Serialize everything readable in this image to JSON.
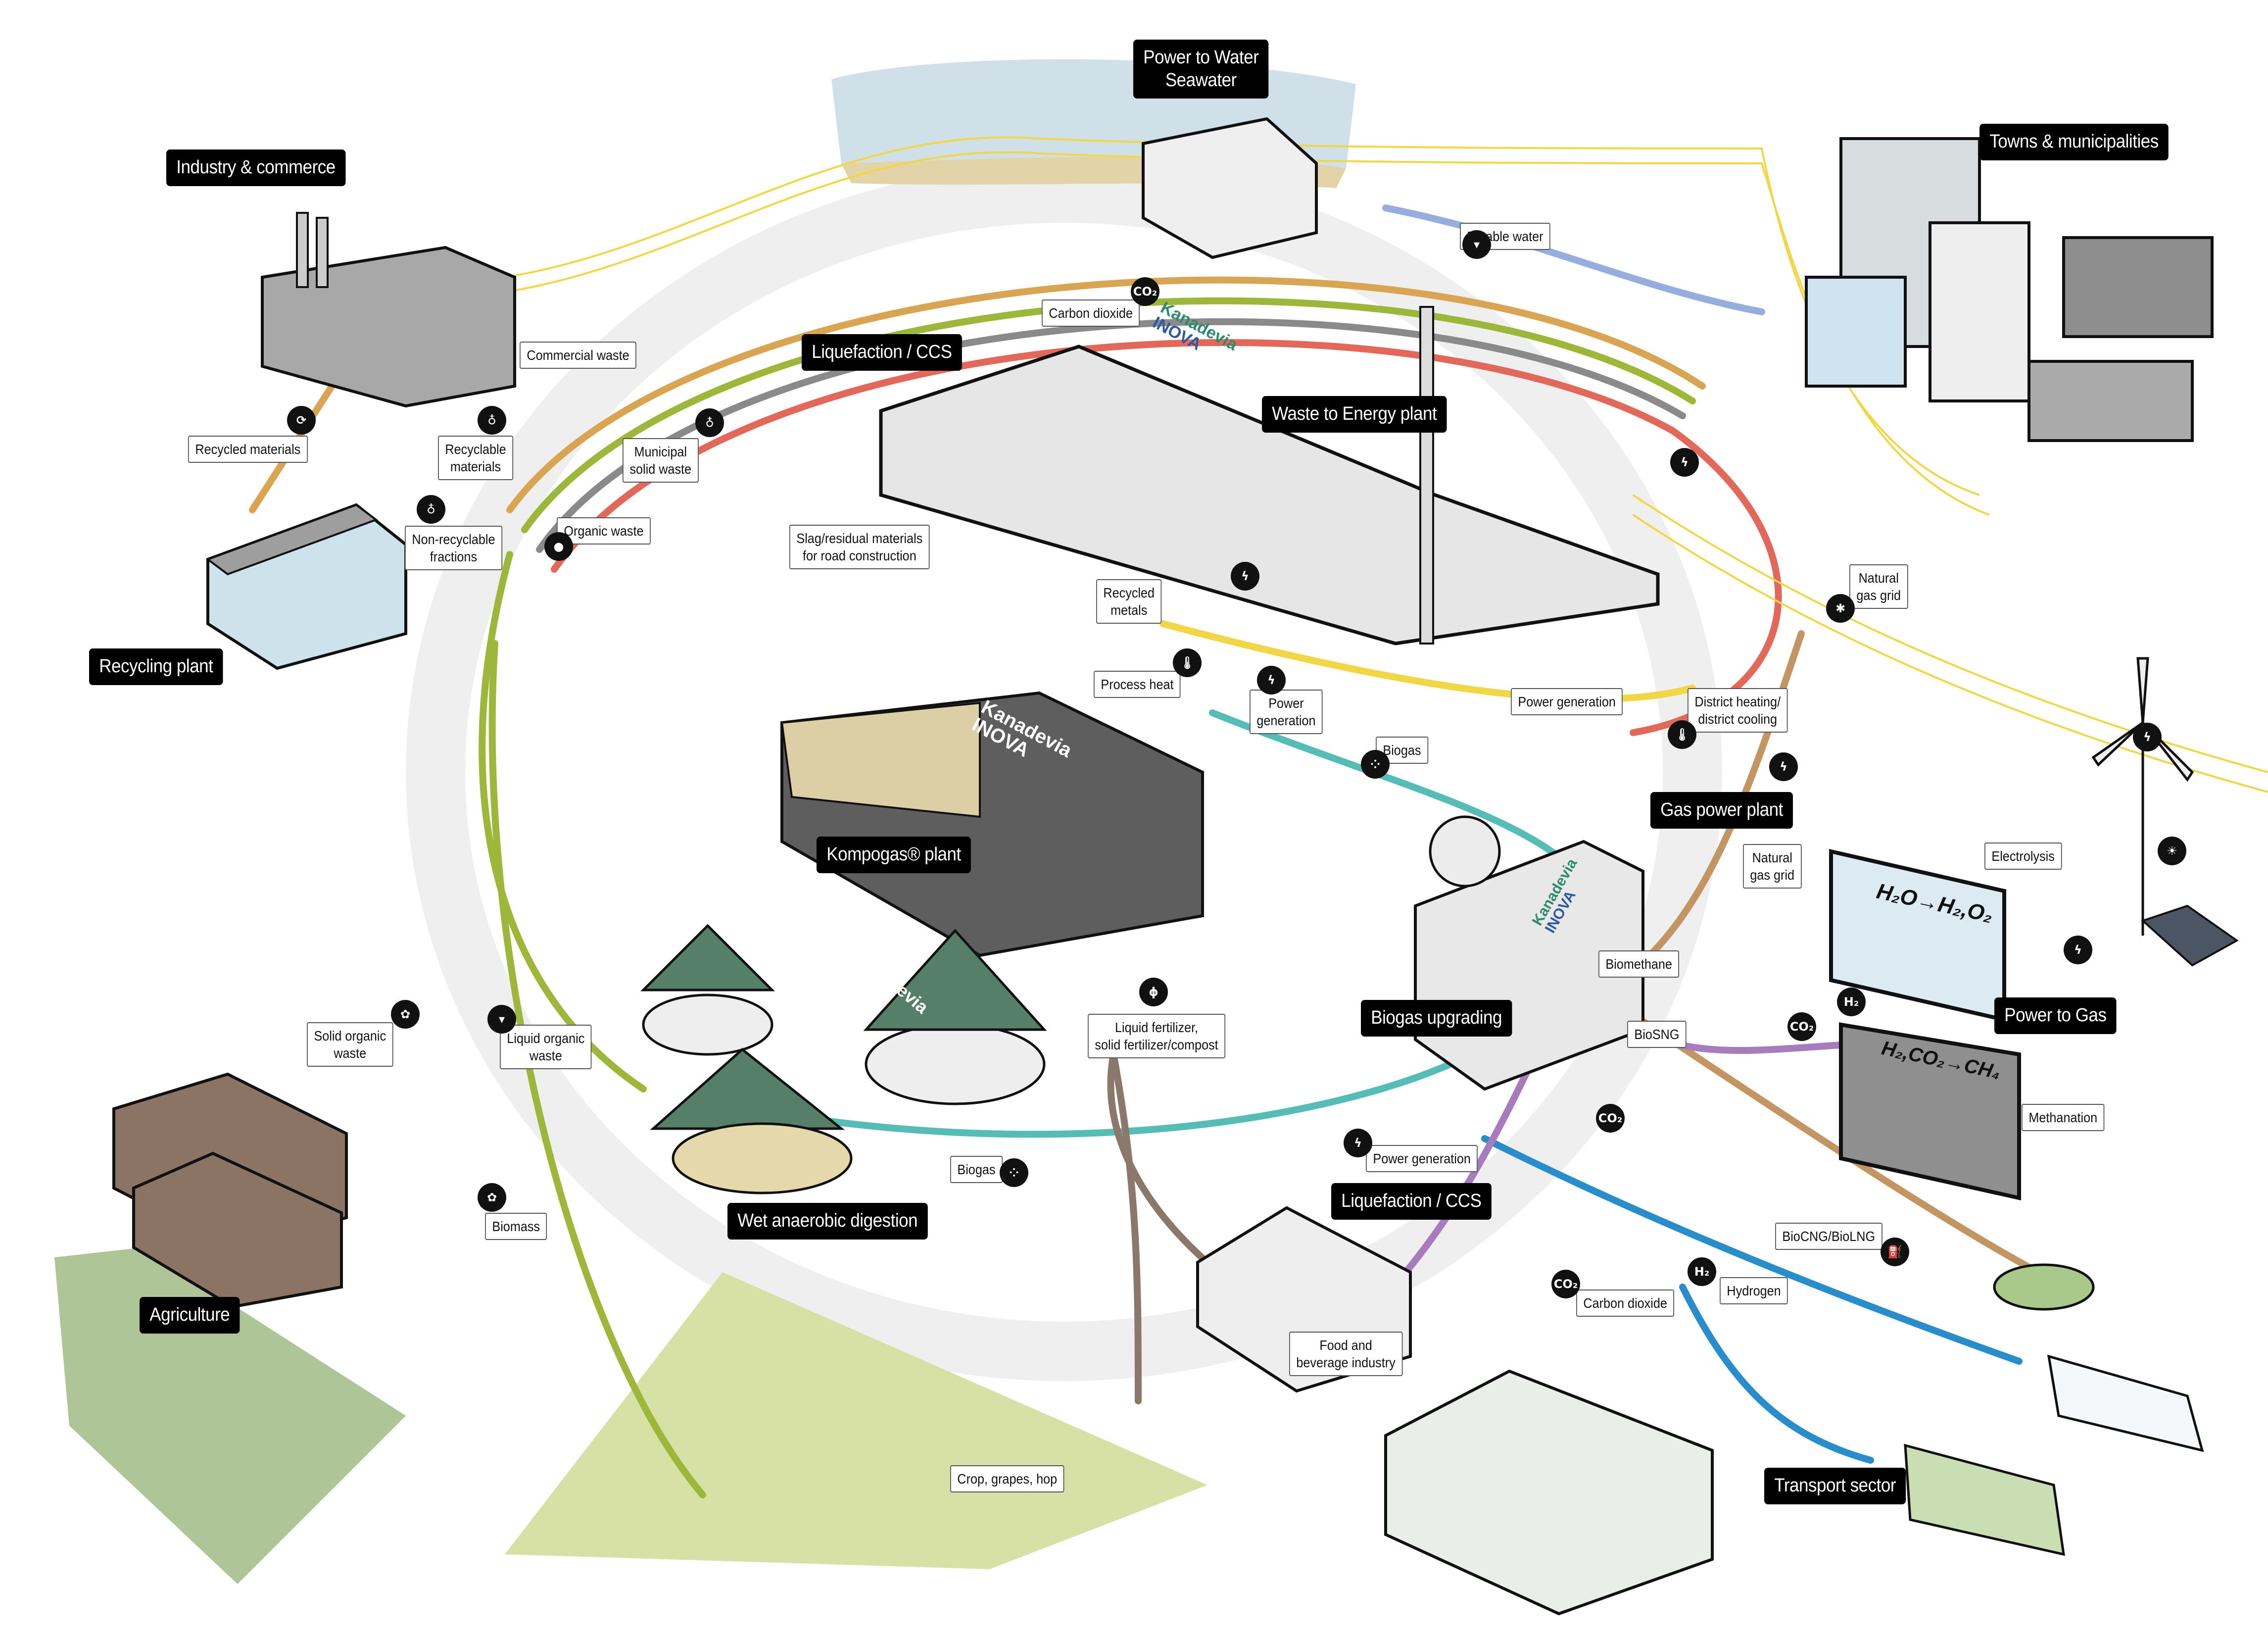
{
  "title_blocks": {
    "industry": "Industry & commerce",
    "power_to_water": "Power to Water\nSeawater",
    "towns": "Towns & municipalities",
    "liquefaction_top": "Liquefaction / CCS",
    "waste_to_energy": "Waste to Energy plant",
    "recycling_plant": "Recycling plant",
    "kompogas": "Kompogas® plant",
    "gas_power_plant": "Gas power plant",
    "biogas_upgrading": "Biogas upgrading",
    "power_to_gas": "Power to Gas",
    "wet_ad": "Wet anaerobic digestion",
    "liquefaction_bottom": "Liquefaction / CCS",
    "agriculture": "Agriculture",
    "transport": "Transport sector"
  },
  "labels": {
    "commercial_waste": "Commercial waste",
    "recycled_materials": "Recycled materials",
    "recyclable_materials": "Recyclable\nmaterials",
    "municipal_solid_waste": "Municipal\nsolid waste",
    "non_recyclable": "Non-recyclable\nfractions",
    "organic_waste": "Organic waste",
    "carbon_dioxide_top": "Carbon dioxide",
    "potable_water": "Potable water",
    "slag": "Slag/residual materials\nfor road construction",
    "recycled_metals": "Recycled\nmetals",
    "process_heat": "Process heat",
    "power_generation_1": "Power\ngeneration",
    "power_generation_2": "Power generation",
    "district_heating": "District heating/\ndistrict cooling",
    "natural_gas_grid_1": "Natural\ngas grid",
    "natural_gas_grid_2": "Natural\ngas grid",
    "biogas_1": "Biogas",
    "electrolysis": "Electrolysis",
    "biomethane": "Biomethane",
    "biosng": "BioSNG",
    "liquid_fertilizer": "Liquid fertilizer,\nsolid fertilizer/compost",
    "solid_organic_waste": "Solid organic\nwaste",
    "liquid_organic_waste": "Liquid organic\nwaste",
    "methanation": "Methanation",
    "biogas_2": "Biogas",
    "power_generation_3": "Power generation",
    "biomass": "Biomass",
    "food_beverage": "Food and\nbeverage industry",
    "carbon_dioxide_bottom": "Carbon dioxide",
    "hydrogen": "Hydrogen",
    "biocng": "BioCNG/BioLNG",
    "crop": "Crop, grapes, hop"
  },
  "brand": {
    "name_line1": "Kanadevia",
    "name_line2": "INOVA"
  },
  "formulas": {
    "electrolysis": "H₂O→H₂,O₂",
    "methanation": "H₂,CO₂→CH₄"
  },
  "badges": {
    "co2": "CO₂",
    "h2": "H₂",
    "power": "ϟ",
    "recycle": "⟳",
    "bag": "♁",
    "apple": "●",
    "thermo": "🌡",
    "water": "▾",
    "gas": "✱",
    "leaf": "ɸ",
    "biogas": "⁘",
    "fuel": "⛽",
    "sun": "☀",
    "grain": "✿"
  },
  "colors": {
    "red": "#E2685A",
    "orange": "#D9A553",
    "green": "#9DB73A",
    "gray": "#8A8A8A",
    "blue_light": "#95AEDD",
    "purple": "#A77BBE",
    "teal": "#55BDB5",
    "yellow": "#F1D646",
    "brown": "#C29563",
    "blue": "#2A8DCB",
    "earth": "#8B786B",
    "ring": "#EFEFEF",
    "field_dark": "#AEC597",
    "field_light": "#D7E1A6",
    "sea": "#CFE0E8",
    "dark_green": "#557F68"
  }
}
